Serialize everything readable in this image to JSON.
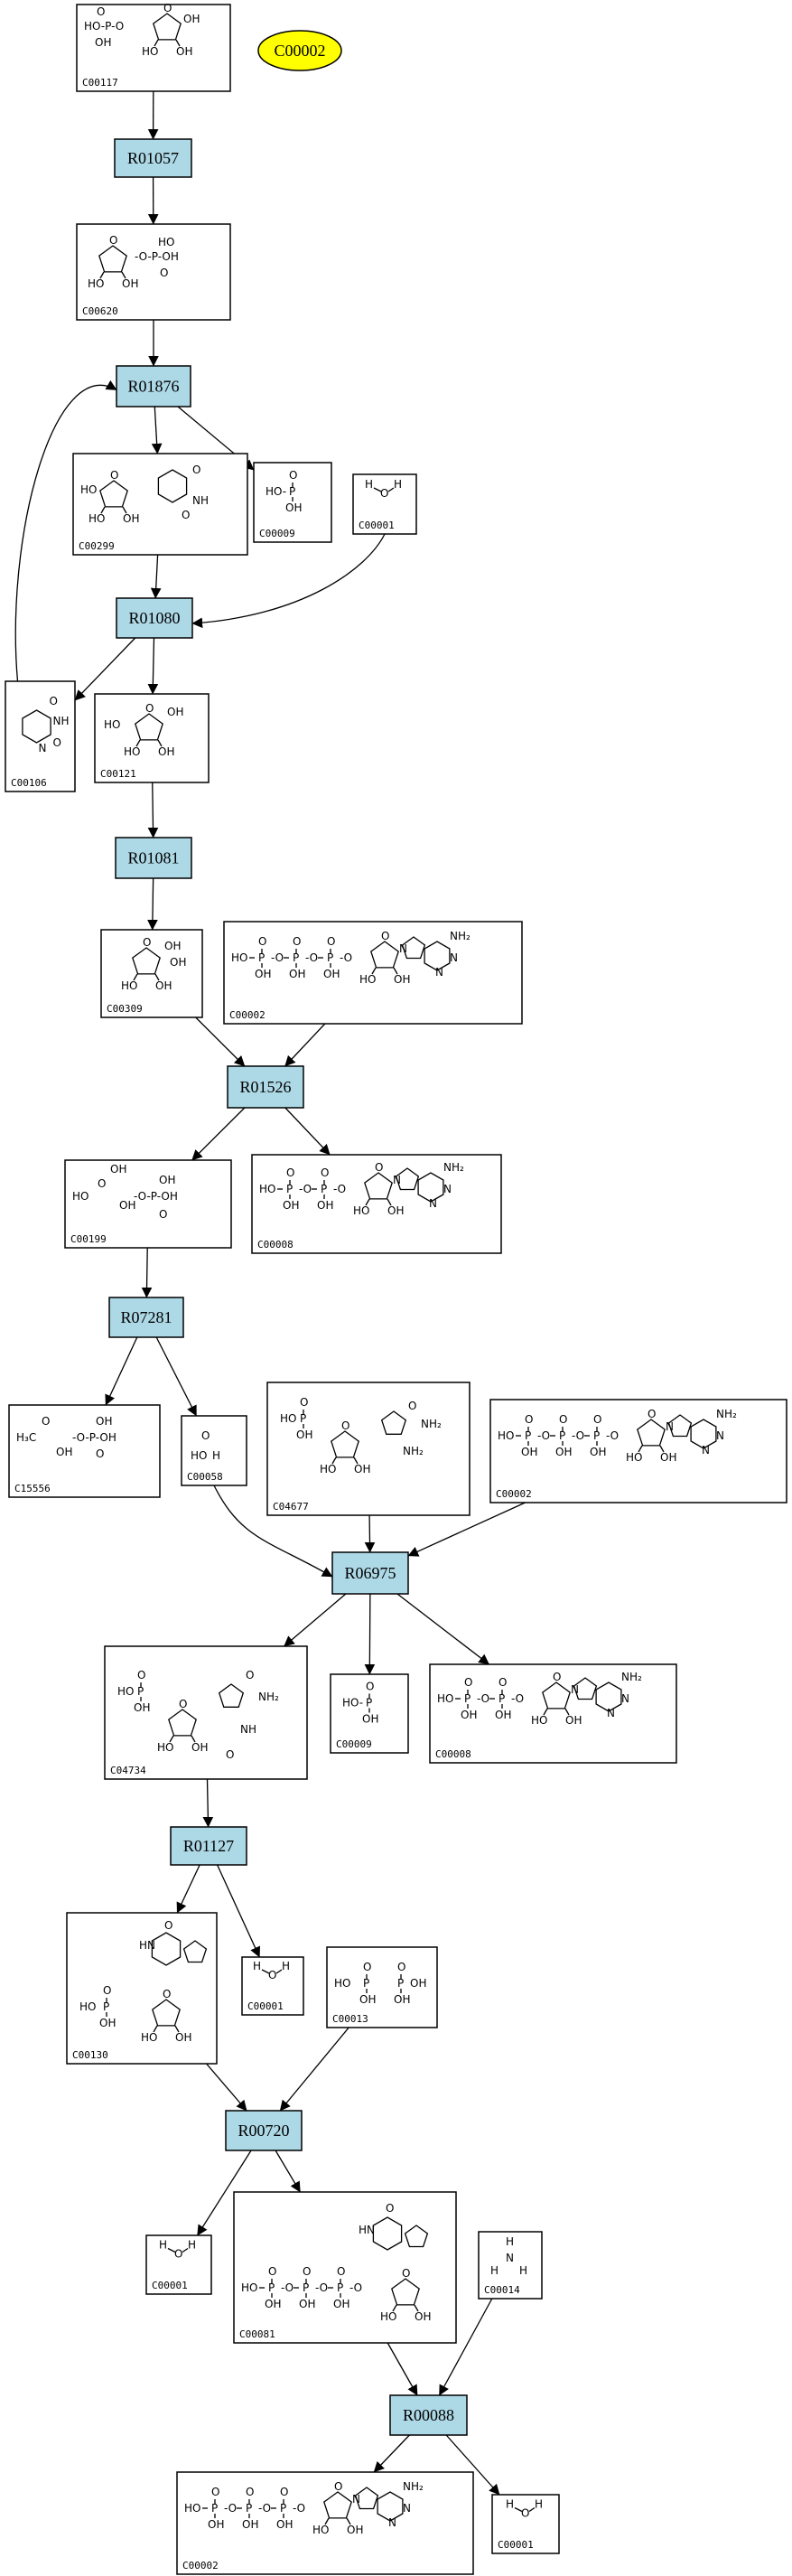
{
  "colors": {
    "reaction_fill": "#add8e6",
    "highlight_fill": "#ffff00",
    "stroke": "#000000"
  },
  "highlight": {
    "label": "C00002"
  },
  "reactions": [
    {
      "key": "r1",
      "label": "R01057"
    },
    {
      "key": "r2",
      "label": "R01876"
    },
    {
      "key": "r3",
      "label": "R01080"
    },
    {
      "key": "r4",
      "label": "R01081"
    },
    {
      "key": "r5",
      "label": "R01526"
    },
    {
      "key": "r6",
      "label": "R07281"
    },
    {
      "key": "r7",
      "label": "R06975"
    },
    {
      "key": "r8",
      "label": "R01127"
    },
    {
      "key": "r9",
      "label": "R00720"
    },
    {
      "key": "r10",
      "label": "R00088"
    }
  ],
  "compounds": [
    {
      "key": "c1",
      "id": "C00117",
      "mol": "ribose5p"
    },
    {
      "key": "c2",
      "id": "C00620",
      "mol": "ribose1p"
    },
    {
      "key": "c3",
      "id": "C00299",
      "mol": "uridine"
    },
    {
      "key": "c4",
      "id": "C00009",
      "mol": "phosphate"
    },
    {
      "key": "c5",
      "id": "C00001",
      "mol": "water"
    },
    {
      "key": "c6",
      "id": "C00106",
      "mol": "uracil"
    },
    {
      "key": "c7",
      "id": "C00121",
      "mol": "ribose"
    },
    {
      "key": "c8",
      "id": "C00309",
      "mol": "ribulose"
    },
    {
      "key": "c9",
      "id": "C00002",
      "mol": "atp"
    },
    {
      "key": "c10",
      "id": "C00199",
      "mol": "ribulose5p"
    },
    {
      "key": "c11",
      "id": "C00008",
      "mol": "adp"
    },
    {
      "key": "c12",
      "id": "C15556",
      "mol": "dhap"
    },
    {
      "key": "c13",
      "id": "C00058",
      "mol": "formate"
    },
    {
      "key": "c14",
      "id": "C04677",
      "mol": "aicar"
    },
    {
      "key": "c15",
      "id": "C00002",
      "mol": "atp"
    },
    {
      "key": "c16",
      "id": "C04734",
      "mol": "faicar"
    },
    {
      "key": "c17",
      "id": "C00009",
      "mol": "phosphate"
    },
    {
      "key": "c18",
      "id": "C00008",
      "mol": "adp"
    },
    {
      "key": "c19",
      "id": "C00130",
      "mol": "imp"
    },
    {
      "key": "c20",
      "id": "C00001",
      "mol": "water"
    },
    {
      "key": "c21",
      "id": "C00013",
      "mol": "pyrophosphate"
    },
    {
      "key": "c22",
      "id": "C00001",
      "mol": "water"
    },
    {
      "key": "c23",
      "id": "C00081",
      "mol": "itp"
    },
    {
      "key": "c24",
      "id": "C00014",
      "mol": "ammonia"
    },
    {
      "key": "c25",
      "id": "C00002",
      "mol": "atp"
    },
    {
      "key": "c26",
      "id": "C00001",
      "mol": "water"
    }
  ]
}
